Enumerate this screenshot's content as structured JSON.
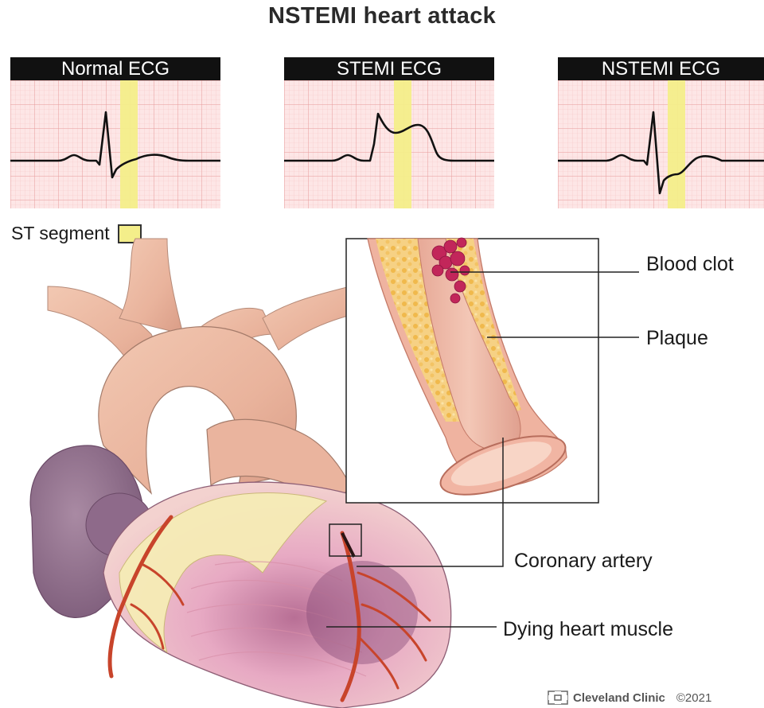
{
  "title": "NSTEMI heart attack",
  "ecg_panels": [
    {
      "label": "Normal ECG"
    },
    {
      "label": "STEMI ECG"
    },
    {
      "label": "NSTEMI ECG"
    }
  ],
  "legend": {
    "label": "ST segment",
    "color": "#f4ee8a"
  },
  "labels": {
    "blood_clot": "Blood clot",
    "plaque": "Plaque",
    "coronary_artery": "Coronary artery",
    "dying_muscle": "Dying heart muscle"
  },
  "footer": {
    "brand": "Cleveland Clinic",
    "copyright": "©2021"
  },
  "colors": {
    "grid_bg": "#fde6e6",
    "grid_line": "#f2a9a9",
    "st_highlight": "#f4ee8a",
    "clot": "#c2265a",
    "plaque": "#f2c36a",
    "artery": "#c8442b"
  }
}
